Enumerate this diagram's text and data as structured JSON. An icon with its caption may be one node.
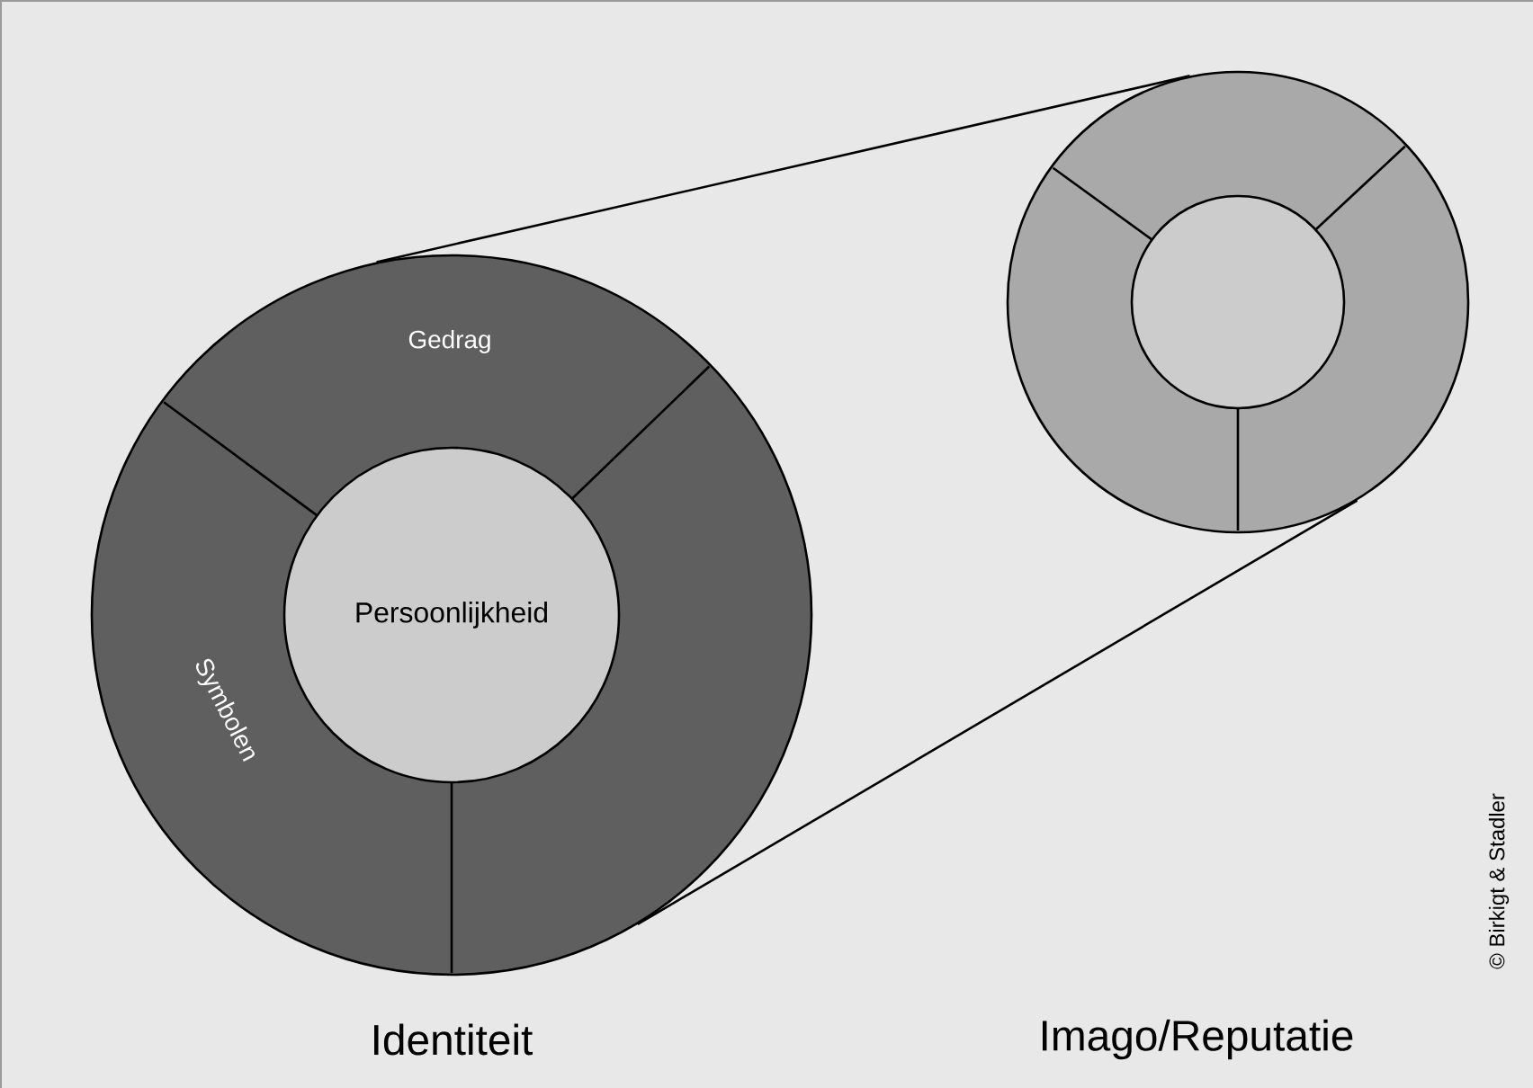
{
  "diagram": {
    "nodes": [
      {
        "text": [],
        "shape": "circle"
      },
      {
        "text": [
          "Persoonlijkheid"
        ],
        "in": 0
      },
      {
        "text": [],
        "shape": "circle"
      },
      {
        "text": [],
        "shape": "circle",
        "in": 2
      }
    ],
    "edges": [
      {
        "from": 0,
        "to": 2,
        "arrow": "none"
      },
      {
        "from": 0,
        "to": 2,
        "arrow": "none"
      }
    ],
    "labels": [
      "Gedrag",
      "Symbolen",
      "Identiteit",
      "Imago/Reputatie",
      "© Birkigt & Stadler"
    ]
  }
}
